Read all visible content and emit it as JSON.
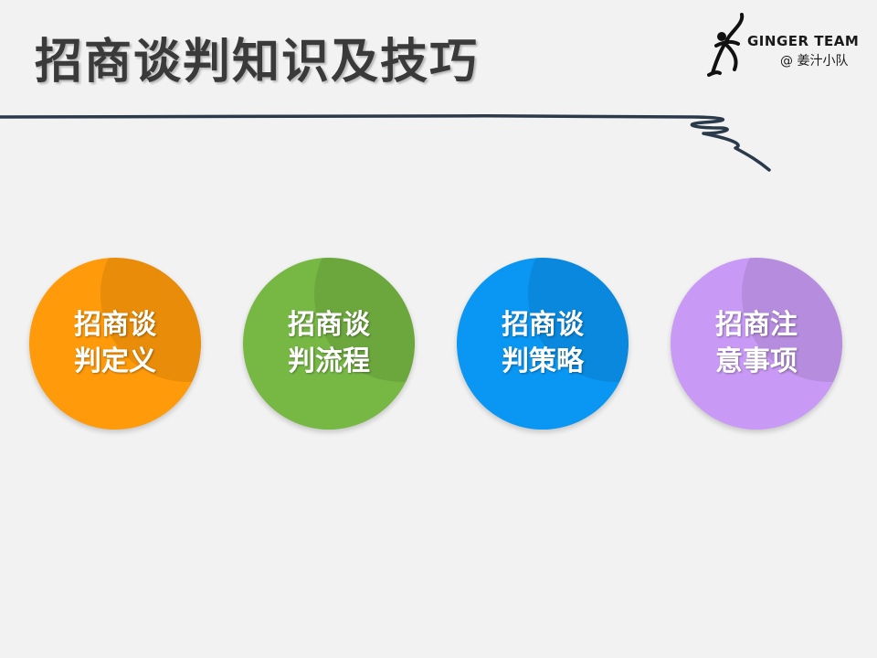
{
  "slide": {
    "title": "招商谈判知识及技巧",
    "accent_line_color": "#2b3a4a"
  },
  "logo": {
    "brand": "GINGER TEAM",
    "handle": "@ 姜汁小队",
    "icon": "ginger-figure-icon"
  },
  "topics": [
    {
      "line1": "招商谈",
      "line2": "判定义",
      "color": "#ff9a0a"
    },
    {
      "line1": "招商谈",
      "line2": "判流程",
      "color": "#77b845"
    },
    {
      "line1": "招商谈",
      "line2": "判策略",
      "color": "#0a96f3"
    },
    {
      "line1": "招商注",
      "line2": "意事项",
      "color": "#c99af5"
    }
  ]
}
